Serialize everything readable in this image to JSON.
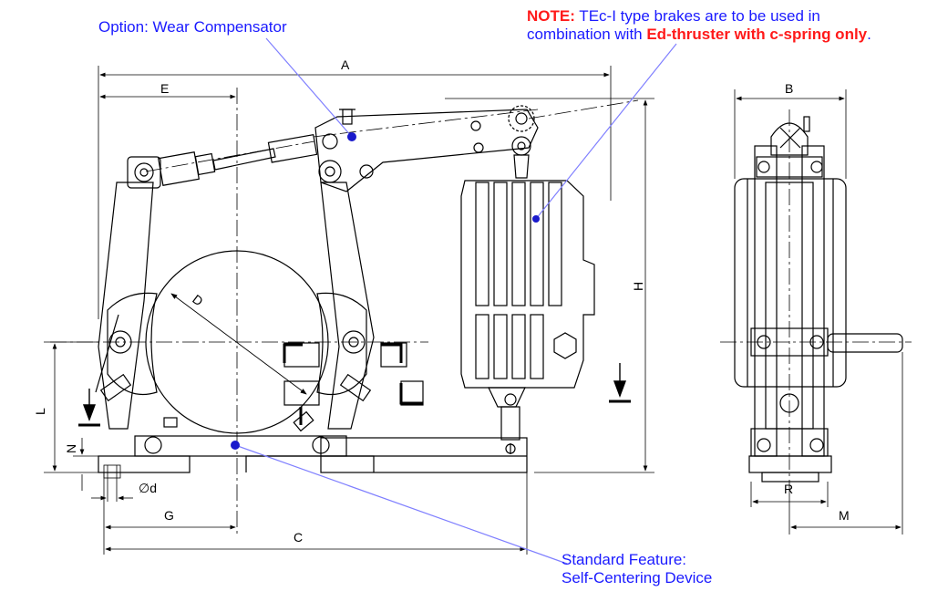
{
  "callouts": {
    "wear_compensator": "Option: Wear Compensator",
    "note_prefix": "NOTE:",
    "note_line1_rest": " TEc-I type brakes are to be used in",
    "note_line2_start": "combination with ",
    "note_line2_bold": "Ed-thruster with c-spring only",
    "note_line2_end": ".",
    "standard_feature_line1": "Standard Feature:",
    "standard_feature_line2": "Self-Centering Device"
  },
  "dimensions": {
    "A": "A",
    "B": "B",
    "C": "C",
    "D": "D",
    "E": "E",
    "G": "G",
    "H": "H",
    "L": "L",
    "M": "M",
    "N": "N",
    "R": "R",
    "d": "∅d"
  },
  "colors": {
    "callout_text": "#1a1aff",
    "note_highlight": "#ff1a1a",
    "leader_line": "#7f7fff",
    "marker_dot": "#1a1acc",
    "drawing_lines": "#000000"
  }
}
